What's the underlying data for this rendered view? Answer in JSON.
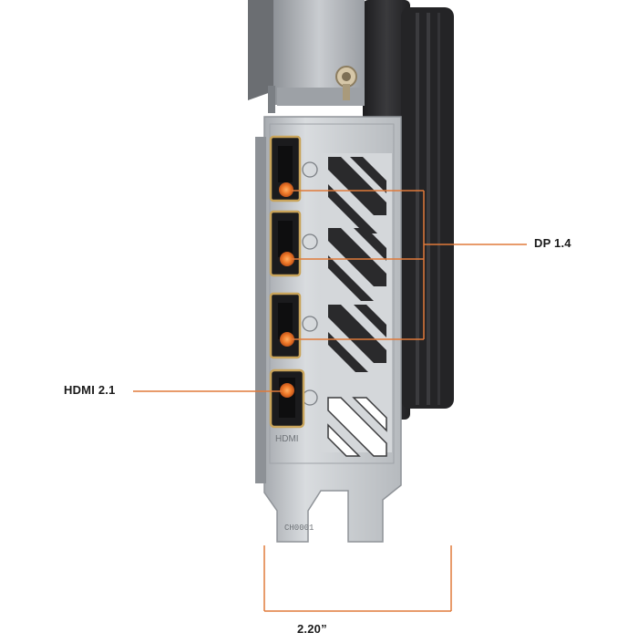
{
  "callouts": {
    "displayport": "DP 1.4",
    "hdmi": "HDMI 2.1",
    "width": "2.20”"
  },
  "bracket_engravings": {
    "port_mark": "HDMI",
    "part_code": "CH0001"
  },
  "colors": {
    "callout_line": "#e07a3a",
    "port_glow": "#f07b2a",
    "bracket": "#bfc3c7",
    "shroud": "#2b2b2d",
    "gold_trim": "#c9a45a"
  }
}
